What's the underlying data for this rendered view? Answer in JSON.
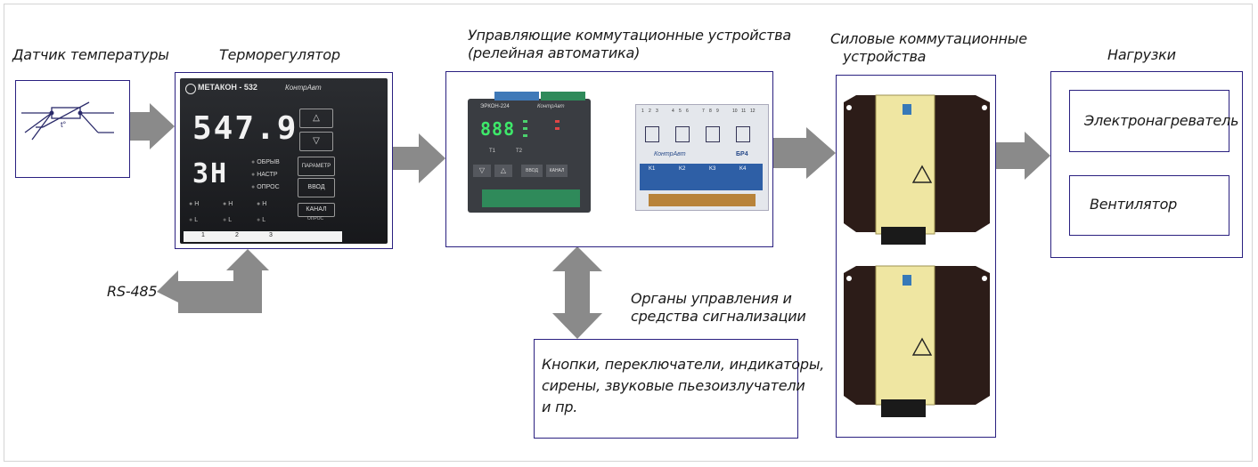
{
  "labels": {
    "sensor": "Датчик температуры",
    "controller": "Терморегулятор",
    "relay_line1": "Управляющие коммутационные  устройства",
    "relay_line2": "(релейная автоматика)",
    "power_line1": "Силовые коммутационные",
    "power_line2": "устройства",
    "loads": "Нагрузки",
    "rs485": "RS-485",
    "controls_line1": "Органы управления и",
    "controls_line2": "средства сигнализации"
  },
  "controls_box": {
    "line1": "Кнопки, переключатели, индикаторы,",
    "line2": "сирены, звуковые пьезоизлучатели",
    "line3": "и пр."
  },
  "loads_list": [
    "Электронагреватель",
    "Вентилятор"
  ],
  "sensor_symbol": "t°",
  "metakon": {
    "brand": "МЕТАКОН - 532",
    "maker": "КонтрАвт",
    "display_main": "547.9",
    "display_sub": "3H",
    "status": [
      "ОБРЫВ",
      "НАСТР",
      "ОПРОС"
    ],
    "buttons": [
      "ПАРАМЕТР",
      "ВВОД",
      "КАНАЛ",
      "ОПРОС"
    ],
    "channel_h": "H",
    "channel_l": "L",
    "channels": [
      "1",
      "2",
      "3"
    ]
  },
  "erkon": {
    "model": "ЭРКОН-224",
    "maker": "КонтрАвт",
    "display": "888",
    "t1": "T1",
    "t2": "T2",
    "buttons": [
      "ВВОД",
      "КАНАЛ"
    ]
  },
  "br4": {
    "maker": "КонтрАвт",
    "model": "БР4",
    "relays": [
      "K1",
      "K2",
      "K3",
      "K4"
    ],
    "terminals": [
      "1",
      "2",
      "3",
      "4",
      "5",
      "6",
      "7",
      "8",
      "9",
      "10",
      "11",
      "12"
    ]
  }
}
